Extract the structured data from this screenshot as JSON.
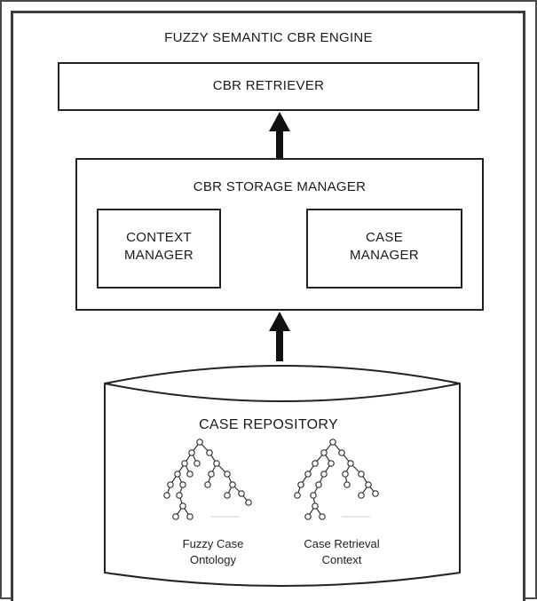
{
  "title": "FUZZY SEMANTIC CBR ENGINE",
  "retriever": {
    "label": "CBR RETRIEVER"
  },
  "storage_manager": {
    "label": "CBR STORAGE MANAGER",
    "context_manager": {
      "line1": "CONTEXT",
      "line2": "MANAGER"
    },
    "case_manager": {
      "line1": "CASE",
      "line2": "MANAGER"
    }
  },
  "repository": {
    "label": "CASE REPOSITORY",
    "ontology": {
      "line1": "Fuzzy Case",
      "line2": "Ontology"
    },
    "retrieval_context": {
      "line1": "Case Retrieval",
      "line2": "Context"
    }
  },
  "colors": {
    "stroke": "#222222",
    "arrow": "#111111",
    "frame": "#3b3b3b"
  }
}
